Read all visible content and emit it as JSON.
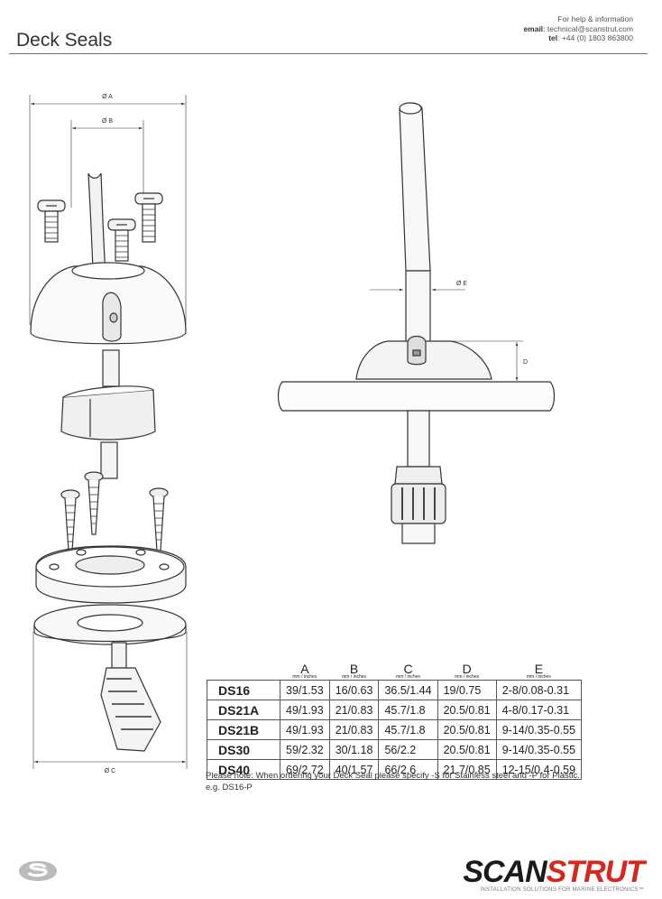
{
  "header": {
    "title": "Deck Seals",
    "help_line": "For help & information",
    "email_label": "email",
    "email_value": ": technical@scanstrut.com",
    "tel_label": "tel",
    "tel_value": ": +44 (0) 1803 863800"
  },
  "diagram": {
    "label_a": "Ø A",
    "label_b": "Ø B",
    "label_c": "Ø C",
    "label_d": "D",
    "label_e": "Ø E"
  },
  "table": {
    "unit": "mm / inches",
    "headers": [
      "A",
      "B",
      "C",
      "D",
      "E"
    ],
    "rows": [
      {
        "name": "DS16",
        "cells": [
          "39/1.53",
          "16/0.63",
          "36.5/1.44",
          "19/0.75",
          "2-8/0.08-0.31"
        ]
      },
      {
        "name": "DS21A",
        "cells": [
          "49/1.93",
          "21/0.83",
          "45.7/1.8",
          "20.5/0.81",
          "4-8/0.17-0.31"
        ]
      },
      {
        "name": "DS21B",
        "cells": [
          "49/1.93",
          "21/0.83",
          "45.7/1.8",
          "20.5/0.81",
          "9-14/0.35-0.55"
        ]
      },
      {
        "name": "DS30",
        "cells": [
          "59/2.32",
          "30/1.18",
          "56/2.2",
          "20.5/0.81",
          "9-14/0.35-0.55"
        ]
      },
      {
        "name": "DS40",
        "cells": [
          "69/2.72",
          "40/1.57",
          "66/2.6",
          "21.7/0.85",
          "12-15/0.4-0.59"
        ]
      }
    ]
  },
  "note": {
    "line1": "Please note: When ordering your Deck Seal please specify -S for Stainless steel and -P for Plastic.",
    "line2": "e.g. DS16-P"
  },
  "brand": {
    "word_part1": "SCAN",
    "word_part2": "STRUT",
    "tagline": "INSTALLATION SOLUTIONS FOR MARINE ELECTRONICS™",
    "accent_color": "#d9261c"
  }
}
